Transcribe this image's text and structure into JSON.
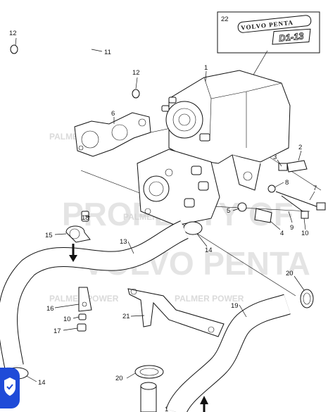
{
  "diagram": {
    "watermarks": {
      "large_line1": "PROPERTY OF",
      "large_line2": "VOLVO PENTA",
      "small": "PALMER POWER"
    },
    "badge": {
      "callout": "22",
      "brand": "VOLVO PENTA",
      "model": "D1-13"
    },
    "callouts": {
      "c1": "1",
      "c1b": "1",
      "c2": "2",
      "c3": "3",
      "c4": "4",
      "c5": "5",
      "c6": "6",
      "c7": "7",
      "c8": "8",
      "c9": "9",
      "c10a": "10",
      "c10b": "10",
      "c11": "11",
      "c12a": "12",
      "c12b": "12",
      "c13": "13",
      "c14a": "14",
      "c14b": "14",
      "c15": "15",
      "c16": "16",
      "c17": "17",
      "c18": "18",
      "c19": "19",
      "c20a": "20",
      "c20b": "20",
      "c21": "21"
    }
  },
  "overlay": {
    "shield_icon": "shield-check-icon",
    "color": "#1f4bd8"
  }
}
